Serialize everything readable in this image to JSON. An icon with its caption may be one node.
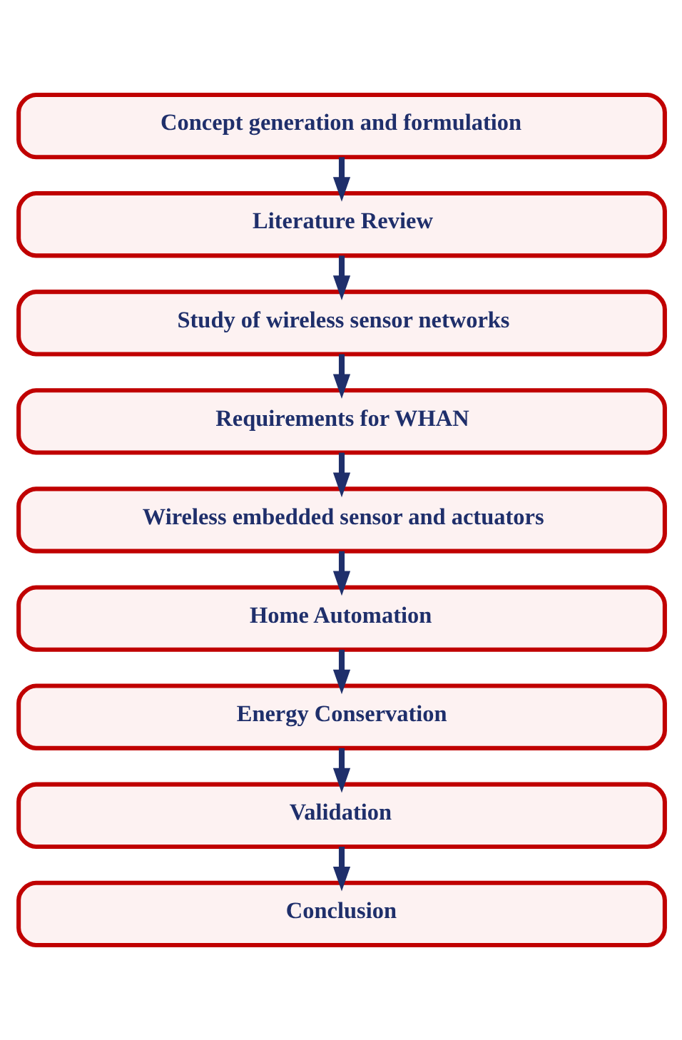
{
  "diagram": {
    "nodes": [
      {
        "text": [
          "Concept generation and formulation"
        ]
      },
      {
        "text": [
          "Literature Review"
        ]
      },
      {
        "text": [
          "Study of wireless sensor networks"
        ]
      },
      {
        "text": [
          "Requirements for WHAN"
        ]
      },
      {
        "text": [
          "Wireless embedded sensor and actuators"
        ]
      },
      {
        "text": [
          "Home Automation"
        ]
      },
      {
        "text": [
          "Energy Conservation"
        ]
      },
      {
        "text": [
          "Validation"
        ]
      },
      {
        "text": [
          "Conclusion"
        ]
      }
    ],
    "edges": [
      {
        "from": 0,
        "to": 1,
        "arrow": "to"
      },
      {
        "from": 1,
        "to": 2,
        "arrow": "to"
      },
      {
        "from": 2,
        "to": 3,
        "arrow": "to"
      },
      {
        "from": 3,
        "to": 4,
        "arrow": "to"
      },
      {
        "from": 4,
        "to": 5,
        "arrow": "to"
      },
      {
        "from": 5,
        "to": 6,
        "arrow": "to"
      },
      {
        "from": 6,
        "to": 7,
        "arrow": "to"
      },
      {
        "from": 7,
        "to": 8,
        "arrow": "to"
      }
    ]
  }
}
